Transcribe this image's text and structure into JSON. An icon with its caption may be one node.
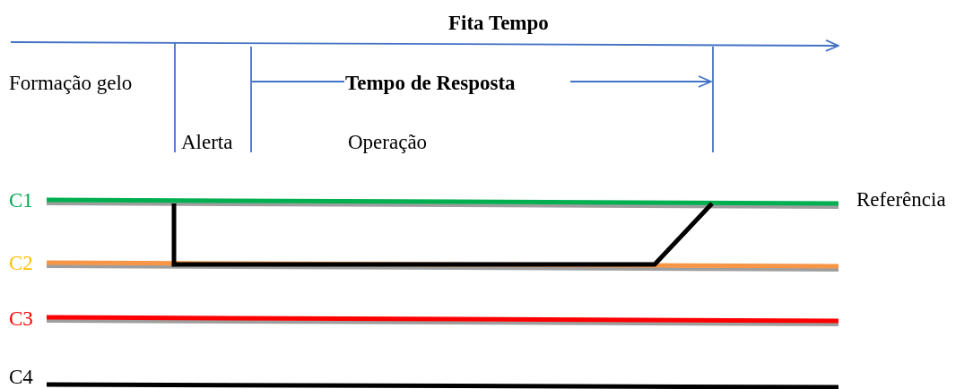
{
  "diagram": {
    "title": "Fita Tempo",
    "labels": [
      "Formação gelo",
      "Tempo de Resposta",
      "Alerta",
      "Operação",
      "C1",
      "Referência",
      "C2",
      "C3",
      "C4"
    ]
  }
}
